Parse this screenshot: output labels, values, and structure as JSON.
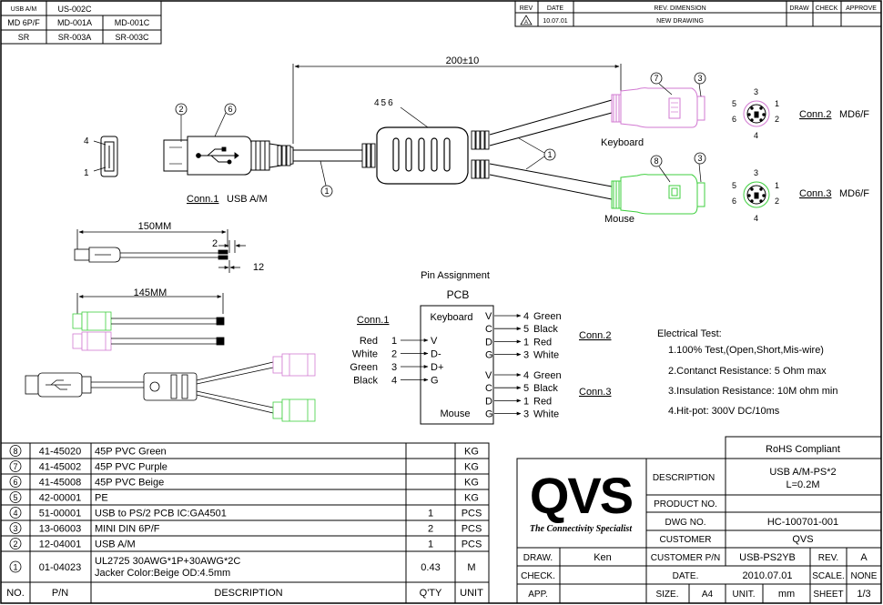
{
  "variants": {
    "rows": [
      {
        "type": "USB A/M",
        "a": "US-002C",
        "c": ""
      },
      {
        "type": "MD 6P/F",
        "a": "MD-001A",
        "c": "MD-001C"
      },
      {
        "type": "SR",
        "a": "SR-003A",
        "c": "SR-003C"
      }
    ]
  },
  "revision": {
    "headers": {
      "rev": "REV",
      "date": "DATE",
      "dimension": "REV. DIMENSION",
      "draw": "DRAW",
      "check": "CHECK",
      "approve": "APPROVE"
    },
    "rev_mark": "A",
    "date": "10.07.01",
    "dimension": "NEW DRAWING"
  },
  "drawing": {
    "length_dim": "200±10",
    "callouts": {
      "c1": "1",
      "c2": "2",
      "c3": "3",
      "c456": "456",
      "c6": "6",
      "c7": "7",
      "c8": "8"
    },
    "keyboard_label": "Keyboard",
    "mouse_label": "Mouse",
    "conn1_label": "Conn.1",
    "conn1_type": "USB A/M",
    "conn2_label": "Conn.2",
    "conn2_type": "MD6/F",
    "conn3_label": "Conn.3",
    "conn3_type": "MD6/F",
    "usb_pins": {
      "p4": "4",
      "p1": "1"
    },
    "din_pins": {
      "p1": "1",
      "p2": "2",
      "p3": "3",
      "p4": "4",
      "p5": "5",
      "p6": "6"
    },
    "strip_length": "150MM",
    "strip_a": "2",
    "strip_b": "12",
    "mini_strip_length": "145MM",
    "colors": {
      "keyboard": "#d27ad2",
      "mouse": "#3fcf3f"
    }
  },
  "pins": {
    "title": "Pin Assignment",
    "pcb": "PCB",
    "keyboard": "Keyboard",
    "mouse": "Mouse",
    "conn1": "Conn.1",
    "conn2": "Conn.2",
    "conn3": "Conn.3",
    "left": [
      {
        "color": "Red",
        "num": "1",
        "sig": "V"
      },
      {
        "color": "White",
        "num": "2",
        "sig": "D-"
      },
      {
        "color": "Green",
        "num": "3",
        "sig": "D+"
      },
      {
        "color": "Black",
        "num": "4",
        "sig": "G"
      }
    ],
    "keyboard_pins": [
      {
        "sig": "V",
        "num": "4",
        "color": "Green"
      },
      {
        "sig": "C",
        "num": "5",
        "color": "Black"
      },
      {
        "sig": "D",
        "num": "1",
        "color": "Red"
      },
      {
        "sig": "G",
        "num": "3",
        "color": "White"
      }
    ],
    "mouse_pins": [
      {
        "sig": "V",
        "num": "4",
        "color": "Green"
      },
      {
        "sig": "C",
        "num": "5",
        "color": "Black"
      },
      {
        "sig": "D",
        "num": "1",
        "color": "Red"
      },
      {
        "sig": "G",
        "num": "3",
        "color": "White"
      }
    ]
  },
  "electrical": {
    "title": "Electrical Test:",
    "items": [
      "1.100% Test,(Open,Short,Mis-wire)",
      "2.Contanct Resistance: 5 Ohm max",
      "3.Insulation Resistance: 10M ohm min",
      "4.Hit-pot: 300V DC/10ms"
    ]
  },
  "bom": {
    "headers": {
      "no": "NO.",
      "pn": "P/N",
      "desc": "DESCRIPTION",
      "qty": "Q'TY",
      "unit": "UNIT"
    },
    "rows": [
      {
        "no": "8",
        "pn": "41-45020",
        "desc": "45P PVC Green",
        "qty": "",
        "unit": "KG"
      },
      {
        "no": "7",
        "pn": "41-45002",
        "desc": "45P PVC Purple",
        "qty": "",
        "unit": "KG"
      },
      {
        "no": "6",
        "pn": "41-45008",
        "desc": "45P PVC Beige",
        "qty": "",
        "unit": "KG"
      },
      {
        "no": "5",
        "pn": "42-00001",
        "desc": "PE",
        "qty": "",
        "unit": "KG"
      },
      {
        "no": "4",
        "pn": "51-00001",
        "desc": "USB to PS/2 PCB IC:GA4501",
        "qty": "1",
        "unit": "PCS"
      },
      {
        "no": "3",
        "pn": "13-06003",
        "desc": "MINI DIN 6P/F",
        "qty": "2",
        "unit": "PCS"
      },
      {
        "no": "2",
        "pn": "12-04001",
        "desc": "USB A/M",
        "qty": "1",
        "unit": "PCS"
      },
      {
        "no": "1",
        "pn": "01-04023",
        "desc": "UL2725 30AWG*1P+30AWG*2C",
        "desc2": "Jacker Color:Beige OD:4.5mm",
        "qty": "0.43",
        "unit": "M"
      }
    ]
  },
  "title_block": {
    "logo_text": "QVS",
    "logo_tagline": "The Connectivity Specialist",
    "rohs": "RoHS Compliant",
    "description_label": "DESCRIPTION",
    "description_line1": "USB A/M-PS*2",
    "description_line2": "L=0.2M",
    "product_no_label": "PRODUCT NO.",
    "product_no": "",
    "dwg_no_label": "DWG NO.",
    "dwg_no": "HC-100701-001",
    "customer_label": "CUSTOMER",
    "customer": "QVS",
    "draw_label": "DRAW.",
    "drawer": "Ken",
    "customer_pn_label": "CUSTOMER P/N",
    "customer_pn": "USB-PS2YB",
    "rev_label": "REV.",
    "rev": "A",
    "check_label": "CHECK.",
    "date_label": "DATE.",
    "date": "2010.07.01",
    "scale_label": "SCALE.",
    "scale": "NONE",
    "app_label": "APP.",
    "size_label": "SIZE.",
    "size": "A4",
    "unit_label": "UNIT.",
    "unit": "mm",
    "sheet_label": "SHEET",
    "sheet": "1/3",
    "colors": {
      "logo": "#e0001a",
      "tagline": "#1c3aa8"
    }
  }
}
